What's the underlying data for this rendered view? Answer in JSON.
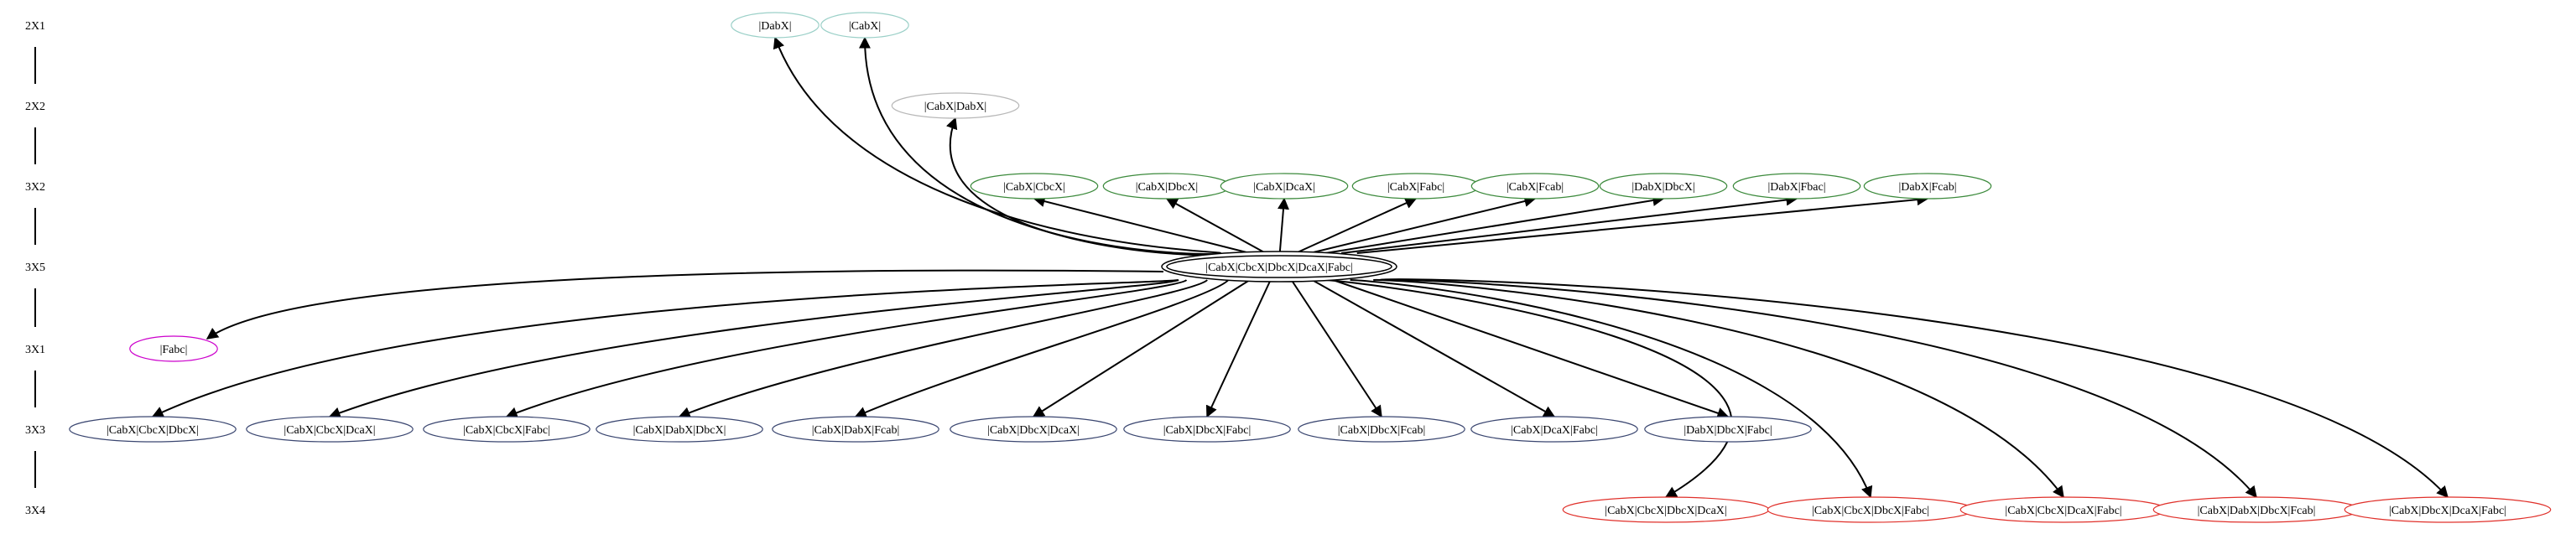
{
  "diagram": {
    "levels": [
      {
        "id": "L0",
        "label": "2X1"
      },
      {
        "id": "L1",
        "label": "2X2"
      },
      {
        "id": "L2",
        "label": "3X2"
      },
      {
        "id": "L3",
        "label": "3X5"
      },
      {
        "id": "L4",
        "label": "3X1"
      },
      {
        "id": "L5",
        "label": "3X3"
      },
      {
        "id": "L6",
        "label": "3X4"
      }
    ],
    "colors": {
      "2X1": "#9bd0c8",
      "2X2": "#b8b8b8",
      "3X2": "#3c8a3c",
      "3X5": "#000000",
      "3X1": "#cc00cc",
      "3X3": "#3a4670",
      "3X4": "#e0302a"
    },
    "center": {
      "id": "c",
      "label": "|CabX|CbcX|DbcX|DcaX|Fabc|",
      "level": "3X5"
    },
    "nodes": [
      {
        "id": "n1",
        "label": "|DabX|",
        "level": "2X1"
      },
      {
        "id": "n2",
        "label": "|CabX|",
        "level": "2X1"
      },
      {
        "id": "n3",
        "label": "|CabX|DabX|",
        "level": "2X2"
      },
      {
        "id": "n4",
        "label": "|CabX|CbcX|",
        "level": "3X2"
      },
      {
        "id": "n5",
        "label": "|CabX|DbcX|",
        "level": "3X2"
      },
      {
        "id": "n6",
        "label": "|CabX|DcaX|",
        "level": "3X2"
      },
      {
        "id": "n7",
        "label": "|CabX|Fabc|",
        "level": "3X2"
      },
      {
        "id": "n8",
        "label": "|CabX|Fcab|",
        "level": "3X2"
      },
      {
        "id": "n9",
        "label": "|DabX|DbcX|",
        "level": "3X2"
      },
      {
        "id": "n10",
        "label": "|DabX|Fbac|",
        "level": "3X2"
      },
      {
        "id": "n11",
        "label": "|DabX|Fcab|",
        "level": "3X2"
      },
      {
        "id": "n12",
        "label": "|Fabc|",
        "level": "3X1"
      },
      {
        "id": "n13",
        "label": "|CabX|CbcX|DbcX|",
        "level": "3X3"
      },
      {
        "id": "n14",
        "label": "|CabX|CbcX|DcaX|",
        "level": "3X3"
      },
      {
        "id": "n15",
        "label": "|CabX|CbcX|Fabc|",
        "level": "3X3"
      },
      {
        "id": "n16",
        "label": "|CabX|DabX|DbcX|",
        "level": "3X3"
      },
      {
        "id": "n17",
        "label": "|CabX|DabX|Fcab|",
        "level": "3X3"
      },
      {
        "id": "n18",
        "label": "|CabX|DbcX|DcaX|",
        "level": "3X3"
      },
      {
        "id": "n19",
        "label": "|CabX|DbcX|Fabc|",
        "level": "3X3"
      },
      {
        "id": "n20",
        "label": "|CabX|DbcX|Fcab|",
        "level": "3X3"
      },
      {
        "id": "n21",
        "label": "|CabX|DcaX|Fabc|",
        "level": "3X3"
      },
      {
        "id": "n22",
        "label": "|DabX|DbcX|Fabc|",
        "level": "3X3"
      },
      {
        "id": "n23",
        "label": "|CabX|CbcX|DbcX|DcaX|",
        "level": "3X4"
      },
      {
        "id": "n24",
        "label": "|CabX|CbcX|DbcX|Fabc|",
        "level": "3X4"
      },
      {
        "id": "n25",
        "label": "|CabX|CbcX|DcaX|Fabc|",
        "level": "3X4"
      },
      {
        "id": "n26",
        "label": "|CabX|DabX|DbcX|Fcab|",
        "level": "3X4"
      },
      {
        "id": "n27",
        "label": "|CabX|DbcX|DcaX|Fabc|",
        "level": "3X4"
      }
    ]
  }
}
